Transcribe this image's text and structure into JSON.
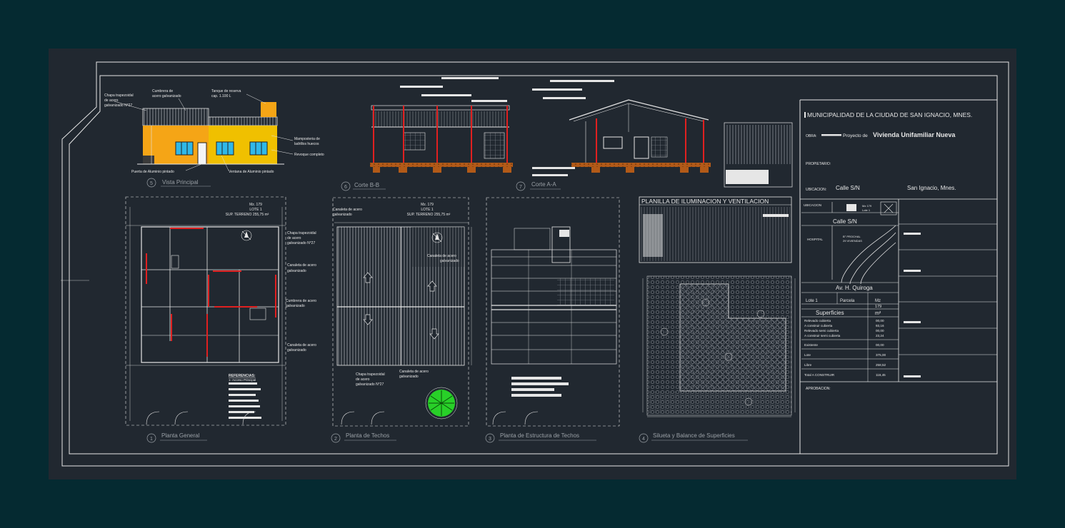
{
  "colors": {
    "outer_bg": "#052a31",
    "sheet_bg": "#212830",
    "line": "#e6e6e6",
    "accent_red": "#e02020",
    "facade_orange": "#f5a516",
    "facade_yellow": "#f0c000",
    "window_blue": "#30b8e8",
    "soil_brown": "#b25a18",
    "tree_green": "#28d028"
  },
  "icons": {
    "north_arrow": "north-arrow-icon",
    "tree": "tree-symbol-icon"
  },
  "drawings": {
    "d5": {
      "number": "5",
      "title": "Vista Principal"
    },
    "d6": {
      "number": "6",
      "title": "Corte B-B"
    },
    "d7": {
      "number": "7",
      "title": "Corte A-A"
    },
    "d1": {
      "number": "1",
      "title": "Planta General"
    },
    "d2": {
      "number": "2",
      "title": "Planta de Techos"
    },
    "d3": {
      "number": "3",
      "title": "Planta de Estructura de Techos"
    },
    "d4": {
      "number": "4",
      "title": "Silueta y Balance de Superficies"
    }
  },
  "facade_notes": {
    "chapa": [
      "Chapa trapezoidal",
      "de acero",
      "galvanizado N°27"
    ],
    "cumbrera": [
      "Cumbrera de",
      "acero galvanizado"
    ],
    "tanque": [
      "Tanque de reserva",
      "cap. 1.100 L"
    ],
    "mamposteria": [
      "Mamposteria de",
      "ladrillos huecos"
    ],
    "revoque": "Revoque completo",
    "puerta": "Puerta de Aluminio pintado",
    "ventana": "Ventana de Aluminio pintado"
  },
  "lot_info": {
    "mz": "Mz. 179",
    "lote": "LOTE 1",
    "sup": "SUP. TERRENO 255,75 m²"
  },
  "roof_notes": {
    "canaleta_top": [
      "Canaleta de acero",
      "galvanizado"
    ],
    "chapa": [
      "Chapa trapezoidal",
      "de acero",
      "galvanizado N°27"
    ],
    "canaleta_left": [
      "Canaleta de acero",
      "galvanizado"
    ],
    "cumbrera": [
      "Cumbrera de acero",
      "galvanizado"
    ],
    "canaleta_low": [
      "Canaleta de acero",
      "galvanizado"
    ],
    "chapa_bottom": [
      "Chapa trapezoidal",
      "de acero",
      "galvanizado N°27"
    ],
    "canaleta_right": [
      "Canaleta de acero",
      "galvanizado"
    ],
    "canaleta_bottom": [
      "Canaleta de acero",
      "galvanizado"
    ]
  },
  "references": {
    "title": "REFERENCIAS:",
    "item1": "1- Acceso Principal"
  },
  "lighting_table": {
    "title": "PLANILLA DE ILUMINACION Y VENTILACION"
  },
  "title_block": {
    "municipality": "MUNICIPALIDAD DE LA CIUDAD DE SAN IGNACIO, MNES.",
    "obra_label": "OBRA:",
    "proyecto_prefix": "Proyecto de",
    "proyecto_name": "Vivienda Unifamiliar Nueva",
    "propietario_label": "PROPIETARIO:",
    "ubicacion_label": "UBICACION:",
    "ubicacion_value": "Calle S/N",
    "city": "San Ignacio, Mnes.",
    "aprobacion_label": "APROBACION:"
  },
  "location_map": {
    "label": "UBICACION",
    "mz": "Mz 179",
    "lote": "Lote 1",
    "street_top": "Calle S/N",
    "hospital": "HOSPITAL",
    "barrio": [
      "B° PROCHAL",
      "29 VIVIENDAS"
    ],
    "avenue": "Av. H. Quiroga"
  },
  "surface_table": {
    "lote_label": "Lote 1",
    "parcela_label": "Parcela",
    "mz_label": "Mz",
    "mz_value": "179",
    "header": "Superficies",
    "unit": "m²",
    "rows": [
      {
        "label": "Relevado cubierta",
        "value": "00,00"
      },
      {
        "label": "A construir cubierta",
        "value": "93,16"
      },
      {
        "label": "Relevado semi cubierta",
        "value": "00,00"
      },
      {
        "label": "A construir semi cubierta",
        "value": "23,24"
      },
      {
        "label": "Existente",
        "value": "00,00"
      },
      {
        "label": "Lote",
        "value": "375,00"
      },
      {
        "label": "Libre",
        "value": "258,52"
      },
      {
        "label": "Total A CONSTRUIR",
        "value": "116,45"
      }
    ]
  }
}
